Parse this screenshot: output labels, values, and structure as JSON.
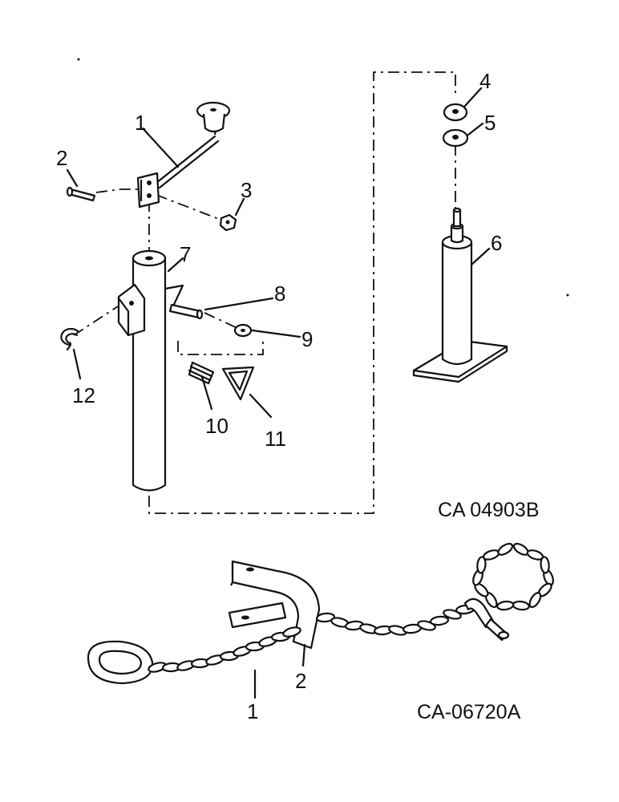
{
  "upper_assembly": {
    "drawing_code": "CA 04903B",
    "callouts": [
      "1",
      "2",
      "3",
      "4",
      "5",
      "6",
      "7",
      "8",
      "9",
      "10",
      "11",
      "12"
    ]
  },
  "lower_assembly": {
    "drawing_code": "CA-06720A",
    "callouts": [
      "1",
      "2"
    ]
  }
}
